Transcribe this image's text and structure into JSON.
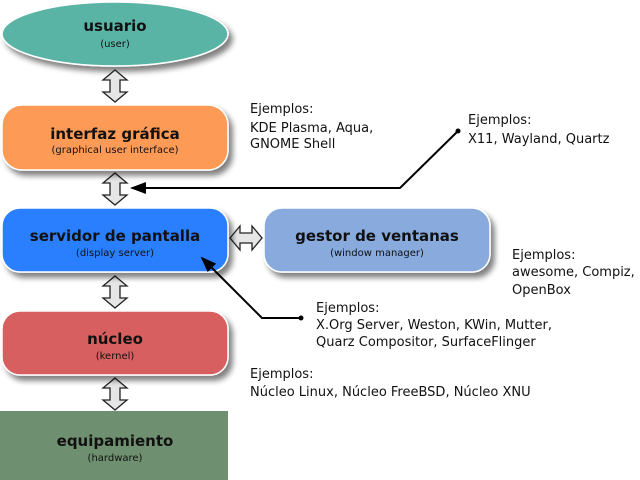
{
  "nodes": {
    "user": {
      "title": "usuario",
      "subtitle": "(user)",
      "color": "#5ab4a6"
    },
    "gui": {
      "title": "interfaz gráfica",
      "subtitle": "(graphical user interface)",
      "color": "#fd9a55"
    },
    "display_server": {
      "title": "servidor de pantalla",
      "subtitle": "(display server)",
      "color": "#2a7ffe"
    },
    "window_manager": {
      "title": "gestor de ventanas",
      "subtitle": "(window manager)",
      "color": "#88aadd"
    },
    "kernel": {
      "title": "núcleo",
      "subtitle": "(kernel)",
      "color": "#d75f5f"
    },
    "hardware": {
      "title": "equipamiento",
      "subtitle": "(hardware)",
      "color": "#6f9070"
    }
  },
  "examples": {
    "gui": [
      "Ejemplos:",
      "KDE Plasma, Aqua,",
      "GNOME Shell"
    ],
    "protocol": [
      "Ejemplos:",
      "X11, Wayland, Quartz"
    ],
    "window_manager": [
      "Ejemplos:",
      "awesome, Compiz,",
      "OpenBox"
    ],
    "display_server": [
      "Ejemplos:",
      "X.Org Server, Weston, KWin, Mutter,",
      "Quarz Compositor, SurfaceFlinger"
    ],
    "kernel": [
      "Ejemplos:",
      "Núcleo Linux, Núcleo FreeBSD, Núcleo XNU"
    ]
  }
}
